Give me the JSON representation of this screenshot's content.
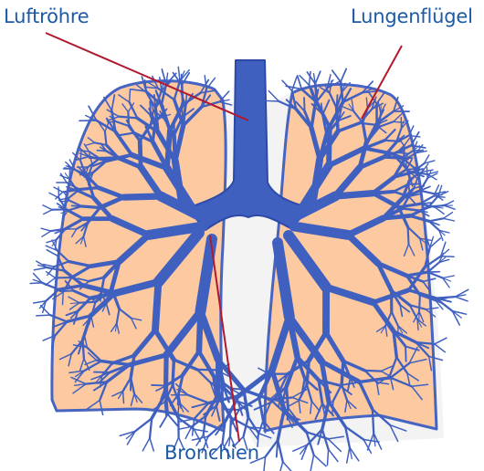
{
  "labels": {
    "trachea": "Luftröhre",
    "lung": "Lungenflügel",
    "bronchi": "Bronchien"
  },
  "colors": {
    "label_text": "#1c5aa6",
    "leader_line": "#b0192e",
    "airway": "#4060c0",
    "airway_edge": "#2e4aa8",
    "lung_fill": "#fcc9a0",
    "lung_edge": "#4664c2",
    "background": "#ffffff",
    "shadow": "#eeeeee"
  }
}
